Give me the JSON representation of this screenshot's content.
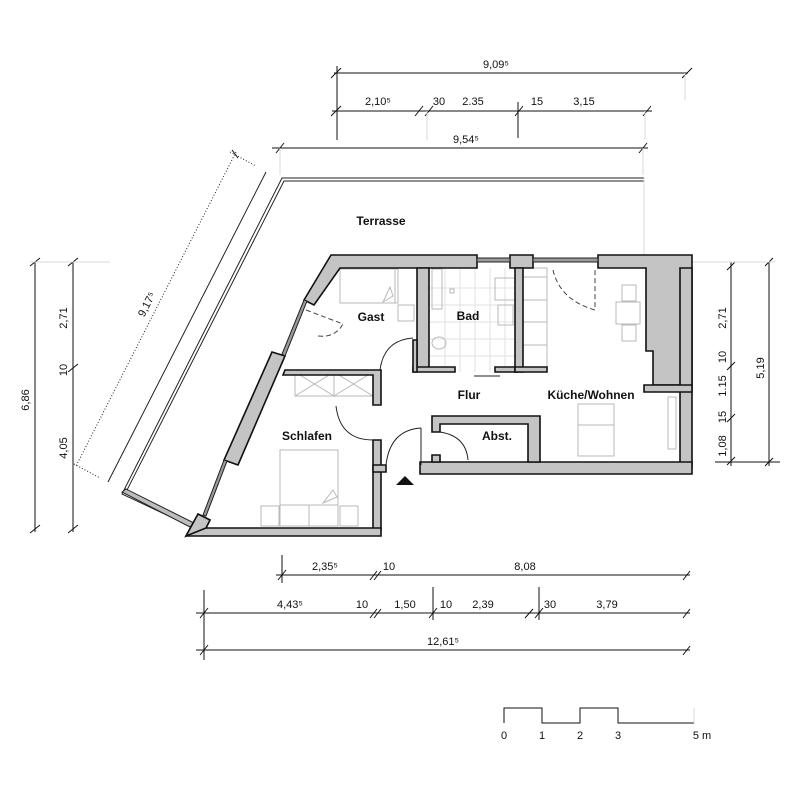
{
  "plan": {
    "rooms": {
      "terrace": "Terrasse",
      "guest": "Gast",
      "bath": "Bad",
      "hall": "Flur",
      "kitchen_living": "Küche/Wohnen",
      "bedroom": "Schlafen",
      "storage": "Abst."
    },
    "dimensions": {
      "top_overall": "9,09⁵",
      "top_segments": [
        "2,10⁵",
        "30",
        "2.35",
        "15",
        "3,15"
      ],
      "terrace_width": "9,54⁵",
      "diagonal": "9,17⁵",
      "left_overall": "6,86",
      "left_segments": [
        "2,71",
        "10",
        "4,05"
      ],
      "right_segments": [
        "2,71",
        "10",
        "1.15",
        "15",
        "1,08"
      ],
      "right_overall": "5,19",
      "bottom_row1": [
        "2,35⁵",
        "10",
        "8,08"
      ],
      "bottom_row2": [
        "4,43⁵",
        "10",
        "1,50",
        "10",
        "2,39",
        "30",
        "3,79"
      ],
      "bottom_overall": "12,61⁵"
    },
    "scale_bar": {
      "labels": [
        "0",
        "1",
        "2",
        "3",
        "5 m"
      ]
    },
    "entrance_marker": "entrance-arrow"
  }
}
